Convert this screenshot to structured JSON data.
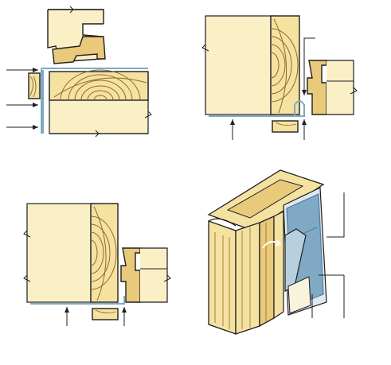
{
  "figure": {
    "panels": [
      {
        "key": "a",
        "view": "head-section"
      },
      {
        "key": "b",
        "view": "jamb-section"
      },
      {
        "key": "c",
        "view": "jamb-section-alt"
      },
      {
        "key": "d",
        "view": "isometric-cutaway"
      }
    ],
    "colors": {
      "background": "#ffffff",
      "wall_fill": "#fbefc6",
      "wood_light": "#f6e2a0",
      "wood_dark": "#e9c97a",
      "grain": "#8a6a2e",
      "outline": "#1f1f1f",
      "flashing": "#7fa9c4",
      "flashing_dark": "#4d7f9e",
      "frame_fill": "#faf3dc",
      "shadow": "#d8c590",
      "membrane": "#dfe8ee"
    }
  }
}
